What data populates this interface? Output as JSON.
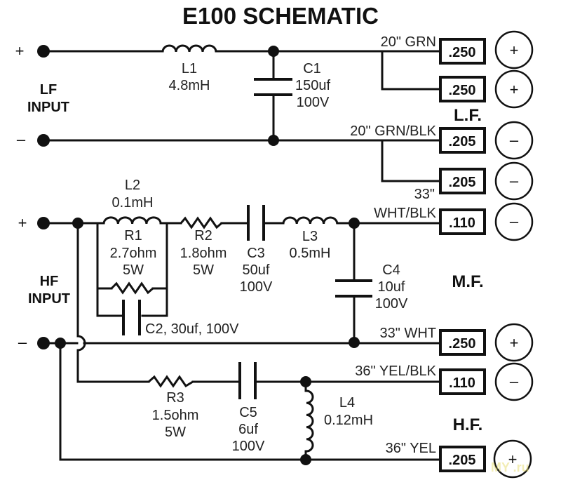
{
  "title": "E100 SCHEMATIC",
  "inputs": {
    "lf": {
      "line1": "LF",
      "line2": "INPUT",
      "plus": "+",
      "minus": "–"
    },
    "hf": {
      "line1": "HF",
      "line2": "INPUT",
      "plus": "+",
      "minus": "–"
    }
  },
  "components": {
    "L1": {
      "name": "L1",
      "value": "4.8mH"
    },
    "C1": {
      "name": "C1",
      "value": "150uf",
      "rating": "100V"
    },
    "L2": {
      "name": "L2",
      "value": "0.1mH"
    },
    "R1": {
      "name": "R1",
      "value": "2.7ohm",
      "rating": "5W"
    },
    "R2": {
      "name": "R2",
      "value": "1.8ohm",
      "rating": "5W"
    },
    "C2": {
      "label": "C2, 30uf, 100V"
    },
    "C3": {
      "name": "C3",
      "value": "50uf",
      "rating": "100V"
    },
    "L3": {
      "name": "L3",
      "value": "0.5mH"
    },
    "C4": {
      "name": "C4",
      "value": "10uf",
      "rating": "100V"
    },
    "R3": {
      "name": "R3",
      "value": "1.5ohm",
      "rating": "5W"
    },
    "C5": {
      "name": "C5",
      "value": "6uf",
      "rating": "100V"
    },
    "L4": {
      "name": "L4",
      "value": "0.12mH"
    }
  },
  "sections": {
    "lf": "L.F.",
    "mf": "M.F.",
    "hf": "H.F."
  },
  "outputs": [
    {
      "wire": "20\" GRN",
      "terminal": ".250",
      "polarity": "+"
    },
    {
      "wire": "",
      "terminal": ".250",
      "polarity": "+"
    },
    {
      "wire": "20\" GRN/BLK",
      "terminal": ".205",
      "polarity": "–"
    },
    {
      "wire": "",
      "terminal": ".205",
      "polarity": "–"
    },
    {
      "wire_line1": "33\"",
      "wire": "WHT/BLK",
      "terminal": ".110",
      "polarity": "–"
    },
    {
      "wire": "33\" WHT",
      "terminal": ".250",
      "polarity": "+"
    },
    {
      "wire": "36\" YEL/BLK",
      "terminal": ".110",
      "polarity": "–"
    },
    {
      "wire": "36\" YEL",
      "terminal": ".205",
      "polarity": "+"
    }
  ],
  "watermark": "MY .ru"
}
